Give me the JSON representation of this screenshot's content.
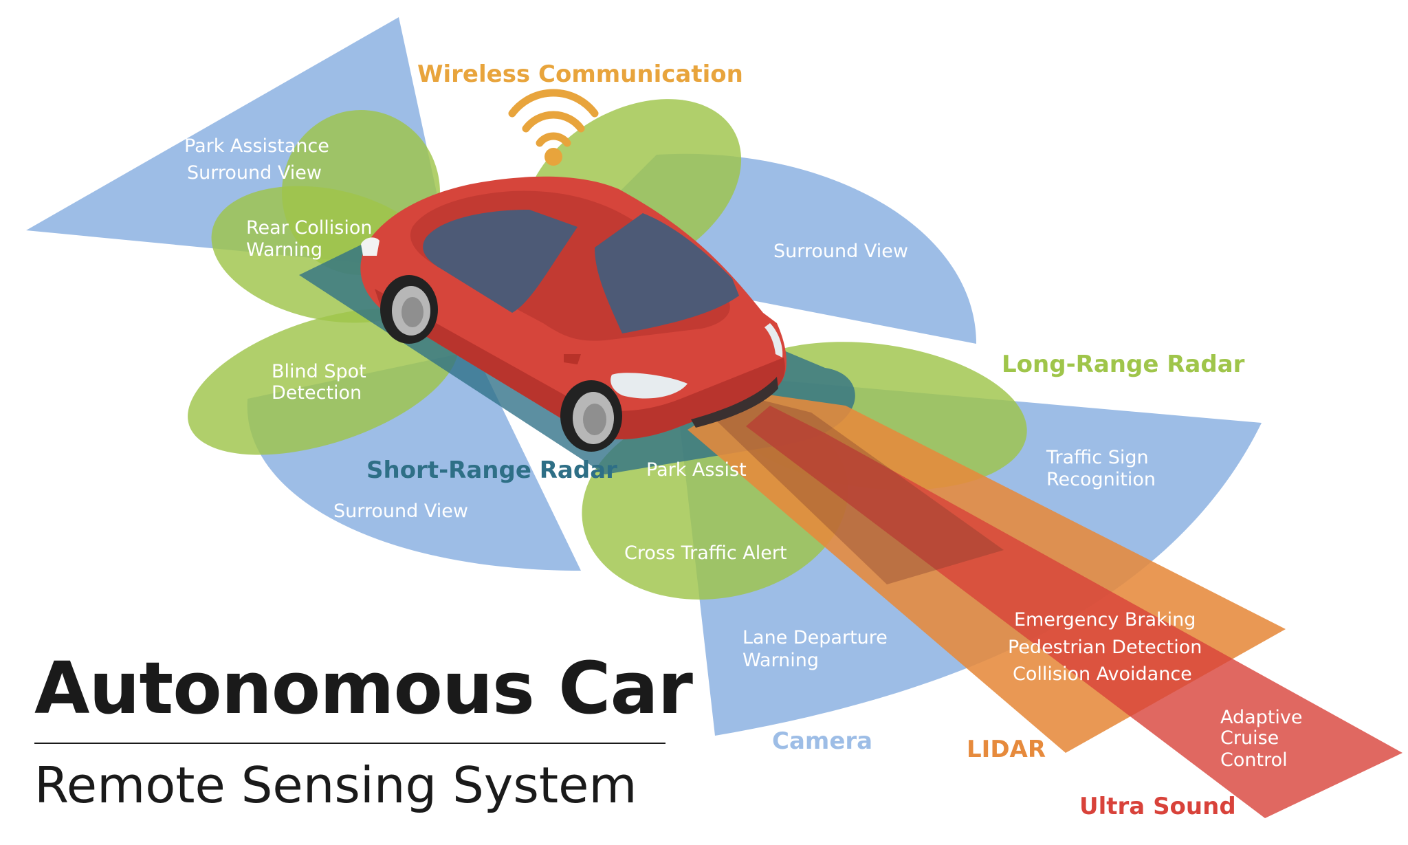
{
  "title": "Autonomous Car",
  "subtitle": "Remote Sensing System",
  "categories": {
    "wireless": "Wireless Communication",
    "long_range_radar": "Long-Range Radar",
    "short_range_radar": "Short-Range Radar",
    "camera": "Camera",
    "lidar": "LIDAR",
    "ultra_sound": "Ultra Sound"
  },
  "labels": {
    "park_assistance": "Park Assistance",
    "surround_view_rear": "Surround View",
    "rear_collision_1": "Rear Collision",
    "rear_collision_2": "Warning",
    "surround_view_right": "Surround View",
    "blind_spot_1": "Blind Spot",
    "blind_spot_2": "Detection",
    "surround_view_left": "Surround View",
    "park_assist": "Park Assist",
    "cross_traffic": "Cross Traffic Alert",
    "traffic_sign_1": "Traffic Sign",
    "traffic_sign_2": "Recognition",
    "lane_departure_1": "Lane Departure",
    "lane_departure_2": "Warning",
    "emergency_braking": "Emergency Braking",
    "pedestrian_detection": "Pedestrian Detection",
    "collision_avoidance": "Collision Avoidance",
    "adaptive_1": "Adaptive",
    "adaptive_2": "Cruise",
    "adaptive_3": "Control"
  },
  "colors": {
    "camera_blue": "#9dbde6",
    "radar_green": "#9fc54a",
    "short_radar_teal": "#2e6f86",
    "lidar_orange": "#e68a3c",
    "ultrasound_red": "#d8423a",
    "wireless_orange": "#e8a43c",
    "car_red": "#d6453b"
  }
}
